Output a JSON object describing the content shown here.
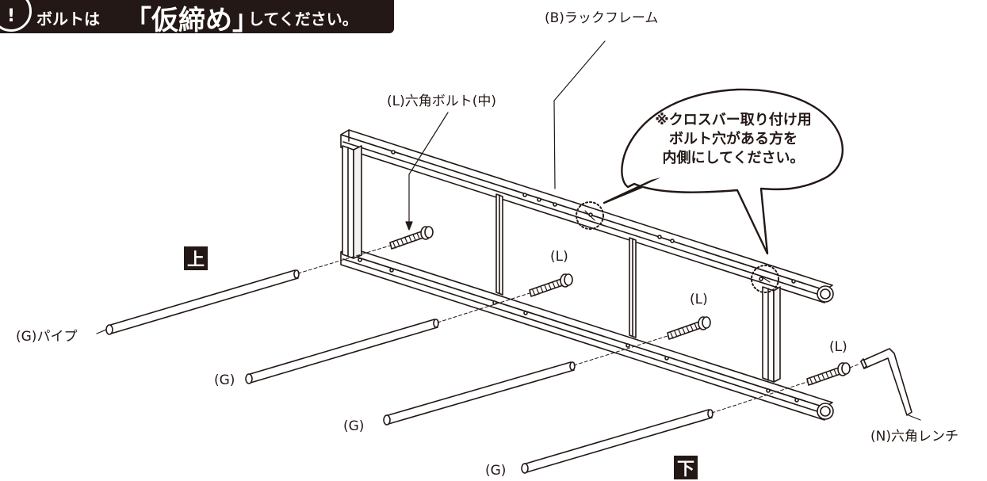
{
  "banner": {
    "icon": "exclamation-circle-icon",
    "icon_glyph": "!",
    "text_before": "ボルトは",
    "text_emphasis": "「仮締め」",
    "text_after": "してください。"
  },
  "labels": {
    "rack_frame": "(B)ラックフレーム",
    "hex_bolt_medium": "(L)六角ボルト(中)",
    "bolt_short_1": "(L)",
    "bolt_short_2": "(L)",
    "bolt_short_3": "(L)",
    "pipe_main": "(G)パイプ",
    "pipe_2": "(G)",
    "pipe_3": "(G)",
    "pipe_4": "(G)",
    "hex_wrench": "(N)六角レンチ",
    "top_marker": "上",
    "bottom_marker": "下"
  },
  "callout": {
    "line1": "※クロスバー取り付け用",
    "line2": "ボルト穴がある方を",
    "line3": "内側にしてください。"
  },
  "colors": {
    "ink": "#231815",
    "paper": "#ffffff",
    "fill_light": "#f2f2f2"
  }
}
